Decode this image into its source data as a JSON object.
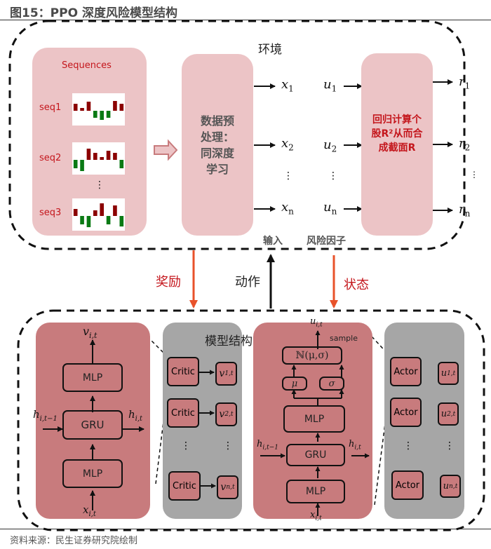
{
  "title": "图15：PPO 深度风险模型结构",
  "source": "资料来源：民生证券研究院绘制",
  "environment": {
    "label": "环境",
    "sequences": {
      "header": "Sequences",
      "items": [
        {
          "label": "seq1",
          "bars": [
            1,
            0.4,
            1.3,
            -1,
            -1.3,
            -1,
            1.4,
            1
          ]
        },
        {
          "label": "seq2",
          "bars": [
            -1.2,
            -1.6,
            1.6,
            1,
            0.4,
            1.3,
            1,
            -1.2
          ]
        },
        {
          "label": "seq3",
          "bars": [
            1,
            -1.2,
            -1.6,
            0.8,
            1.8,
            -1.2,
            1.5,
            -1.5
          ]
        }
      ],
      "ellipsis": "⋮"
    },
    "preprocess": {
      "lines": [
        "数据预",
        "处理：",
        "同深度",
        "学习"
      ]
    },
    "inputs": [
      {
        "base": "x",
        "sub": "1"
      },
      {
        "base": "x",
        "sub": "2"
      },
      {
        "base": "x",
        "sub": "n"
      }
    ],
    "risk_factors": [
      {
        "base": "u",
        "sub": "1"
      },
      {
        "base": "u",
        "sub": "2"
      },
      {
        "base": "u",
        "sub": "n"
      }
    ],
    "regression": {
      "lines": [
        "回归计算个",
        "股R²从而合",
        "成截面R"
      ]
    },
    "outputs": [
      {
        "base": "r",
        "sub": "1"
      },
      {
        "base": "r",
        "sub": "2"
      },
      {
        "base": "r",
        "sub": "n"
      }
    ],
    "input_caption": "输入",
    "risk_caption": "风险因子",
    "vdots": "⋮"
  },
  "links": {
    "reward": "奖励",
    "action": "动作",
    "state": "状态"
  },
  "model": {
    "label": "模型结构",
    "critic_net": {
      "output": "v",
      "output_sub": "i,t",
      "mlp_top": "MLP",
      "gru": "GRU",
      "mlp_bottom": "MLP",
      "h_in": "h",
      "h_in_sub": "i,t−1",
      "h_out": "h",
      "h_out_sub": "i,t",
      "input": "x",
      "input_sub": "i,t"
    },
    "critics": [
      {
        "label": "Critic",
        "out": "v",
        "out_sub": "1,t"
      },
      {
        "label": "Critic",
        "out": "v",
        "out_sub": "2,t"
      },
      {
        "label": "Critic",
        "out": "v",
        "out_sub": "n,t"
      }
    ],
    "actor_net": {
      "output": "u",
      "output_sub": "i,t",
      "sample": "sample",
      "dist": "ℕ(μ,σ)",
      "mu": "μ",
      "sigma": "σ",
      "mlp_top": "MLP",
      "gru": "GRU",
      "mlp_bottom": "MLP",
      "h_in": "h",
      "h_in_sub": "i,t−1",
      "h_out": "h",
      "h_out_sub": "i,t",
      "input": "x",
      "input_sub": "i,t"
    },
    "actors": [
      {
        "label": "Actor",
        "out": "u",
        "out_sub": "1,t"
      },
      {
        "label": "Actor",
        "out": "u",
        "out_sub": "2,t"
      },
      {
        "label": "Actor",
        "out": "u",
        "out_sub": "n,t"
      }
    ],
    "vdots": "⋮"
  },
  "colors": {
    "light_pink": "#ecc4c6",
    "dark_pink": "#c87b7d",
    "grey": "#a6a6a6",
    "red_text": "#c4161c",
    "orange_arrow": "#e8522a",
    "bar_up": "#8b0000",
    "bar_down": "#0a7a14"
  }
}
